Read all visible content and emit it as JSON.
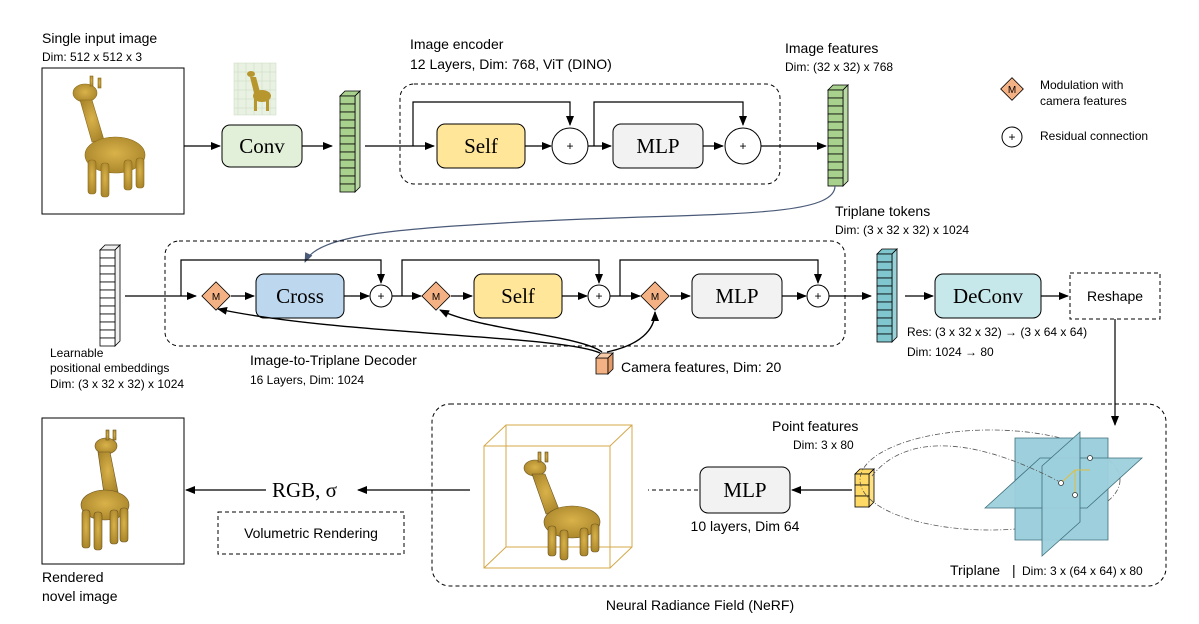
{
  "input": {
    "title": "Single input image",
    "dim": "Dim: 512 x 512 x 3"
  },
  "conv_label": "Conv",
  "encoder": {
    "title": "Image encoder",
    "subtitle": "12 Layers, Dim: 768, ViT (DINO)",
    "self_label": "Self",
    "mlp_label": "MLP"
  },
  "image_features": {
    "title": "Image features",
    "dim": "Dim: (32 x 32) x 768"
  },
  "legend": {
    "modulation_symbol": "M",
    "modulation_line1": "Modulation with",
    "modulation_line2": "camera features",
    "residual_symbol": "+",
    "residual_label": "Residual connection"
  },
  "triplane_tokens": {
    "title": "Triplane  tokens",
    "dim": "Dim: (3 x 32 x 32) x 1024"
  },
  "decoder": {
    "title": "Image-to-Triplane Decoder",
    "subtitle": "16 Layers, Dim: 1024",
    "cross_label": "Cross",
    "self_label": "Self",
    "mlp_label": "MLP",
    "mod_symbol": "M",
    "res_symbol": "+"
  },
  "embeddings": {
    "line1": "Learnable",
    "line2": "positional embeddings",
    "dim": "Dim: (3 x 32 x 32) x 1024"
  },
  "camera": {
    "label": "Camera features, Dim: 20"
  },
  "deconv": {
    "label": "DeConv",
    "res": "Res: (3 x 32 x 32) → (3 x 64 x 64)",
    "dim": "Dim: 1024 → 80"
  },
  "reshape_label": "Reshape",
  "point_features": {
    "title": "Point features",
    "dim": "Dim: 3 x 80"
  },
  "triplane": {
    "label": "Triplane",
    "separator": "|",
    "dim": "Dim: 3 x (64 x 64) x 80"
  },
  "nerf": {
    "mlp_label": "MLP",
    "mlp_sub": "10 layers, Dim 64",
    "title": "Neural Radiance Field (NeRF)"
  },
  "output": {
    "rgb": "RGB, σ",
    "volumetric": "Volumetric Rendering",
    "line1": "Rendered",
    "line2": "novel image"
  },
  "colors": {
    "conv_fill": "#e2f0d9",
    "self_fill": "#ffe699",
    "mlp_fill": "#f2f2f2",
    "cross_fill": "#bdd7ee",
    "deconv_fill": "#c7e8ea",
    "mod_fill": "#f4b183",
    "encoder_token": "#a9d18e",
    "triplane_token": "#7fc6cf",
    "point_token": "#ffd966",
    "plane_fill": "#9dd0dc",
    "cube_line": "#d4a84a"
  }
}
